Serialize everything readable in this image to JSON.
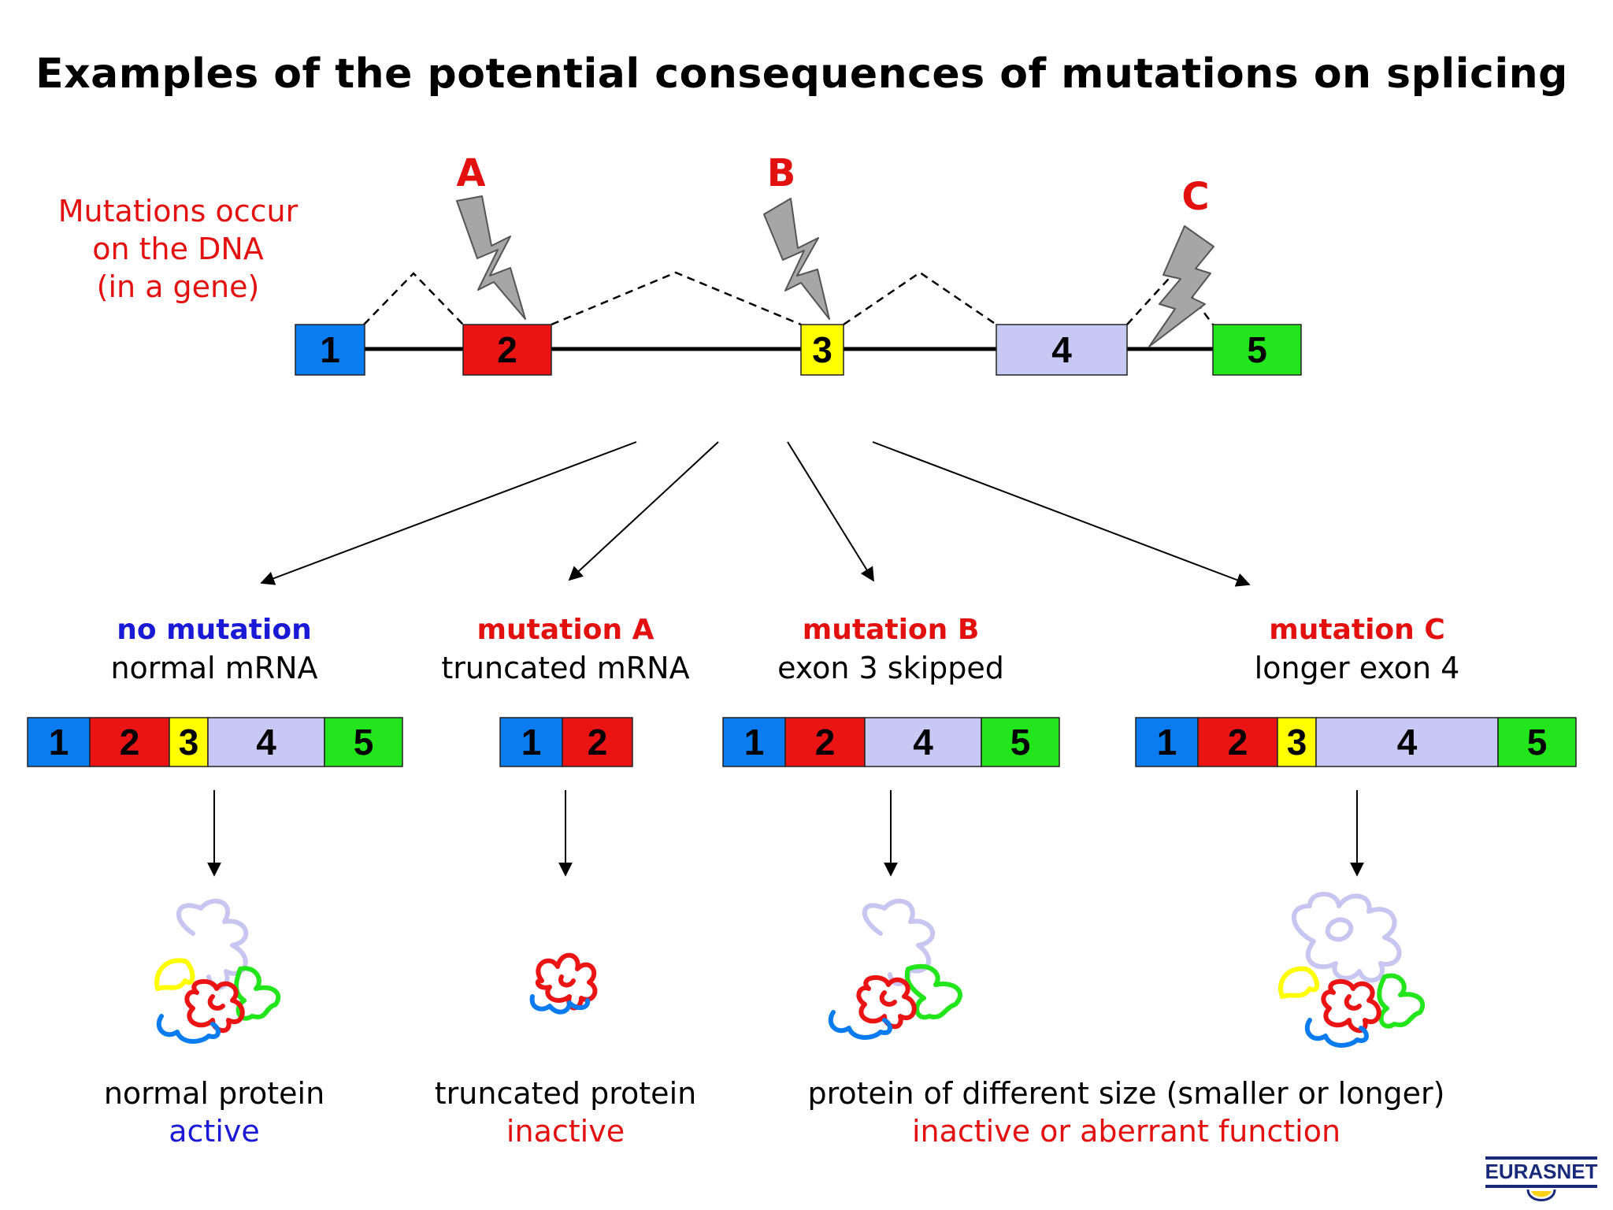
{
  "title": "Examples of the potential consequences of mutations on splicing",
  "dna_note": [
    "Mutations occur",
    "on the DNA",
    "(in a gene)"
  ],
  "mutation_letters": [
    "A",
    "B",
    "C"
  ],
  "gene_exons": [
    "1",
    "2",
    "3",
    "4",
    "5"
  ],
  "exon_colors": {
    "1": "#0a7cf0",
    "2": "#ea1414",
    "3": "#ffff00",
    "4": "#c8c8f4",
    "5": "#22e51c"
  },
  "outcomes": [
    {
      "heading": "no mutation",
      "heading_color": "#1a1ad6",
      "description": "normal mRNA",
      "mrna_exons": [
        "1",
        "2",
        "3",
        "4",
        "5"
      ]
    },
    {
      "heading": "mutation A",
      "heading_color": "#e31010",
      "description": "truncated mRNA",
      "mrna_exons": [
        "1",
        "2"
      ]
    },
    {
      "heading": "mutation B",
      "heading_color": "#e31010",
      "description": "exon 3 skipped",
      "mrna_exons": [
        "1",
        "2",
        "4",
        "5"
      ]
    },
    {
      "heading": "mutation C",
      "heading_color": "#e31010",
      "description": "longer exon 4",
      "mrna_exons": [
        "1",
        "2",
        "3",
        "4",
        "5"
      ]
    }
  ],
  "protein_captions": [
    {
      "line1": "normal protein",
      "line2": "active",
      "line2_color": "#1a1ad6"
    },
    {
      "line1": "truncated protein",
      "line2": "inactive",
      "line2_color": "#e31010"
    },
    {
      "line1": "protein of different size (smaller or longer)",
      "line2": "inactive or aberrant function",
      "line2_color": "#e31010"
    }
  ],
  "logo": "EURASNET"
}
